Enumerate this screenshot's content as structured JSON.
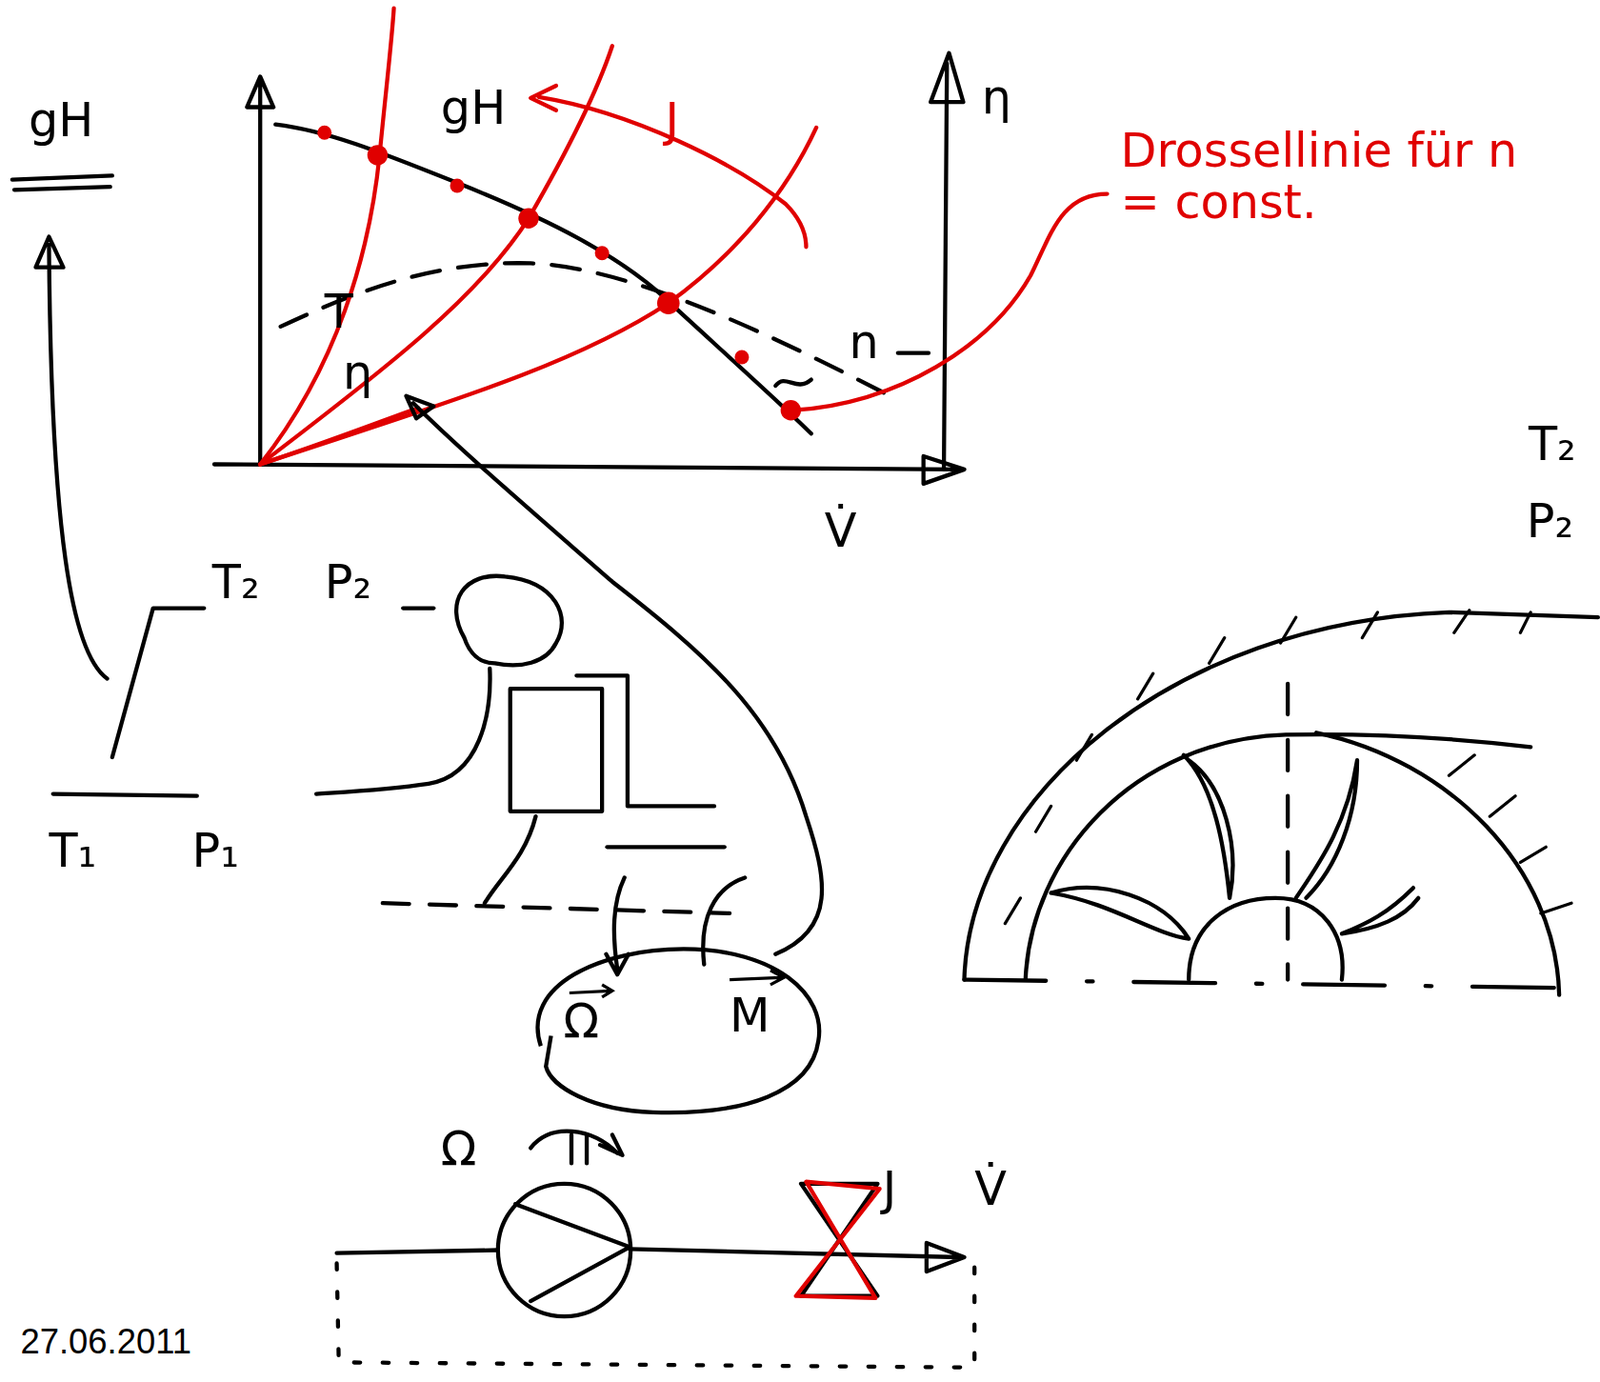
{
  "diagram": {
    "nodes": [
      {
        "text": [
          "Ω",
          "M"
        ]
      }
    ],
    "labels": [
      "gH",
      "gH",
      "J",
      "η",
      "Drossellinie für n = const.",
      "T",
      "η",
      "n",
      "V̇",
      "T₂",
      "P₂",
      "T₂",
      "P₂",
      "T₁",
      "P₁",
      "Ω",
      "J",
      "V̇",
      "27.06.2011"
    ]
  }
}
